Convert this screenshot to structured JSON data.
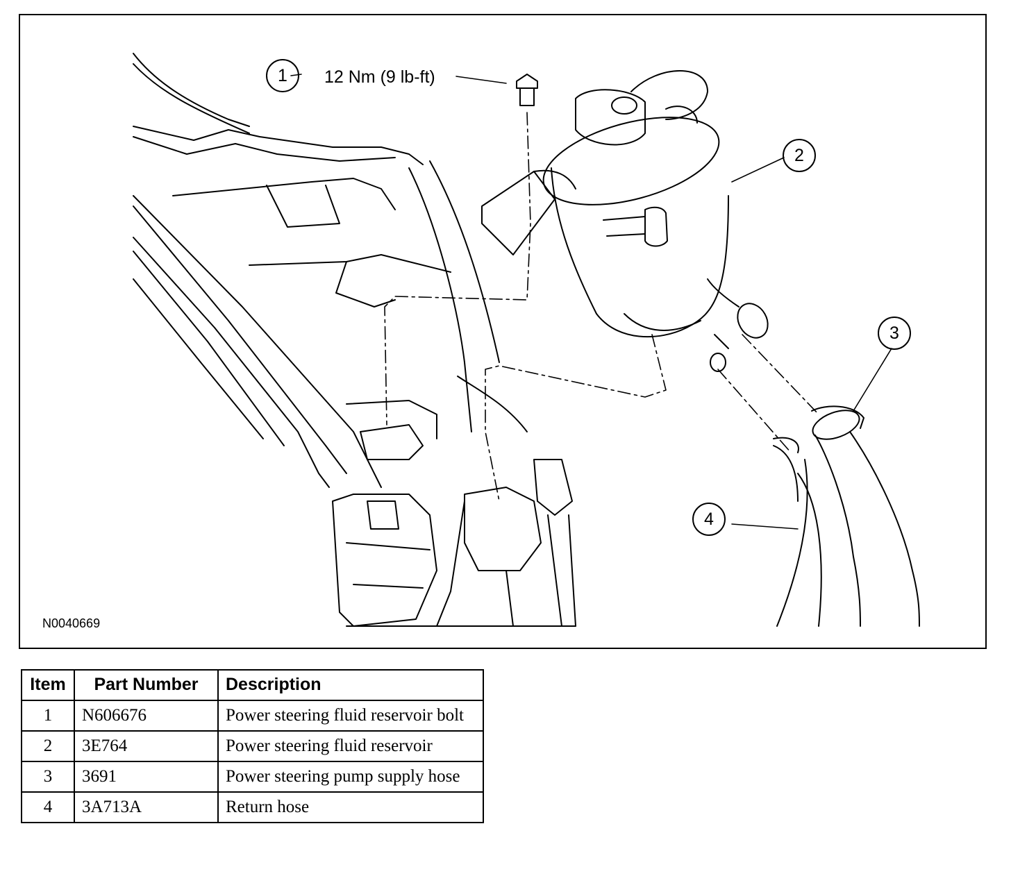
{
  "diagram": {
    "figure_id": "N0040669",
    "torque_spec": "12 Nm (9 lb-ft)",
    "callouts": [
      "1",
      "2",
      "3",
      "4"
    ]
  },
  "table": {
    "headers": {
      "item": "Item",
      "part_number": "Part Number",
      "description": "Description"
    },
    "rows": [
      {
        "item": "1",
        "part_number": "N606676",
        "description": "Power steering fluid reservoir bolt"
      },
      {
        "item": "2",
        "part_number": "3E764",
        "description": "Power steering fluid reservoir"
      },
      {
        "item": "3",
        "part_number": "3691",
        "description": "Power steering pump supply hose"
      },
      {
        "item": "4",
        "part_number": "3A713A",
        "description": "Return hose"
      }
    ]
  }
}
